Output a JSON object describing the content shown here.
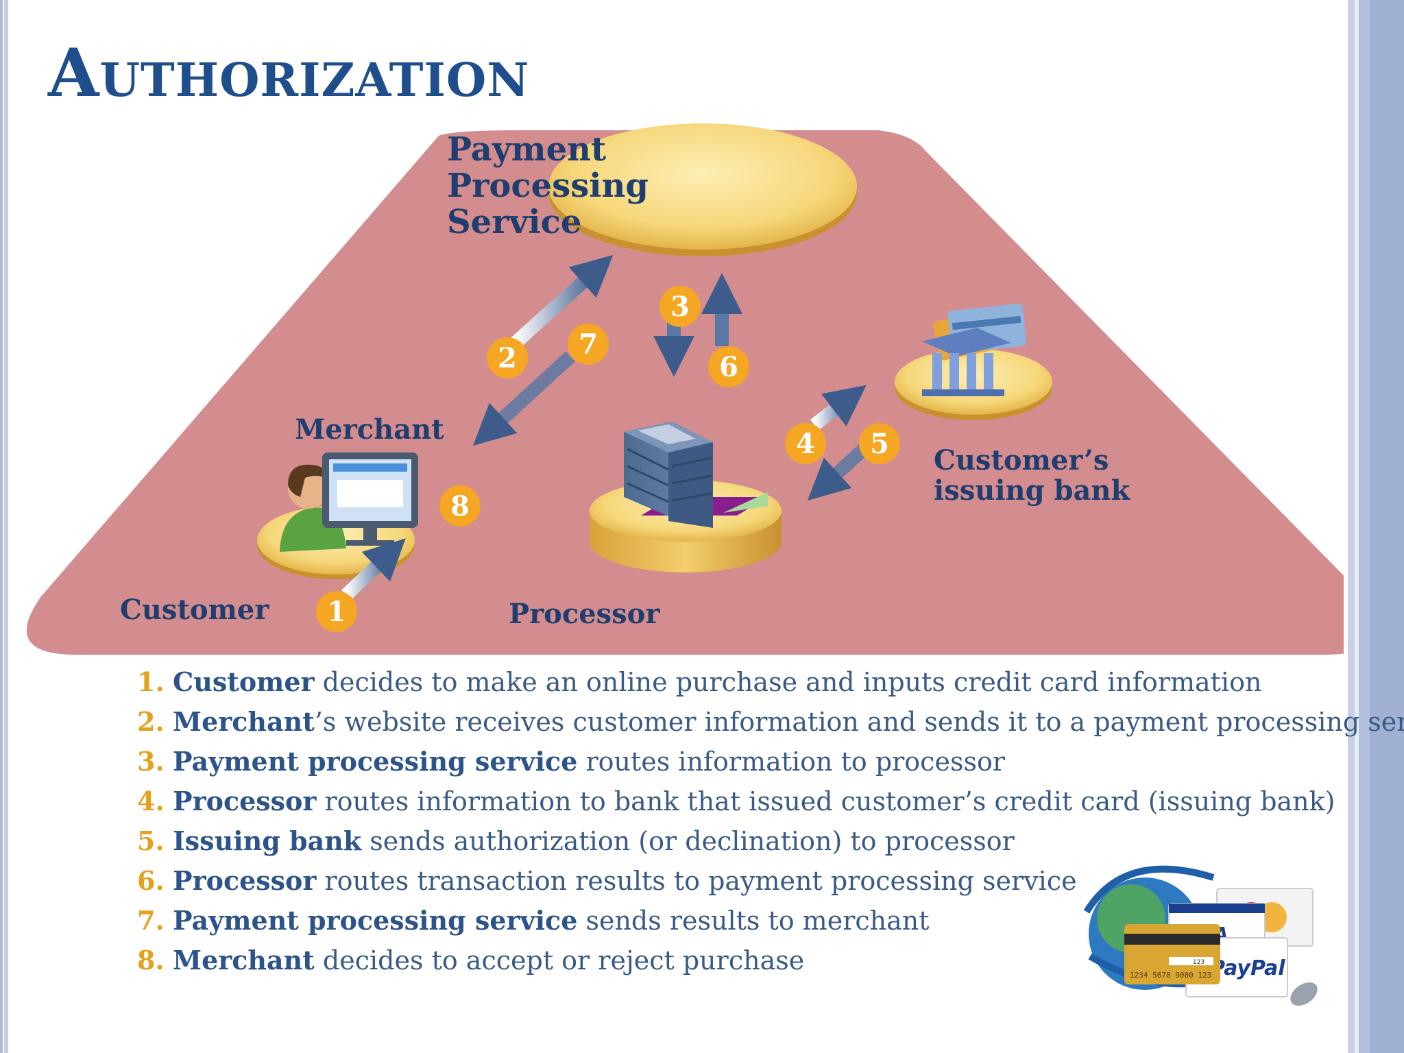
{
  "title": "Authorization",
  "diagram": {
    "payment_service_label": "Payment Processing Service",
    "merchant_label": "Merchant",
    "customer_label": "Customer",
    "processor_label": "Processor",
    "bank_label_line1": "Customer’s",
    "bank_label_line2": "issuing bank",
    "badges": [
      "1",
      "2",
      "3",
      "4",
      "5",
      "6",
      "7",
      "8"
    ]
  },
  "steps": [
    {
      "num": "1.",
      "bold": "Customer",
      "text": " decides to make an online purchase and inputs credit card information"
    },
    {
      "num": "2.",
      "bold": "Merchant",
      "text": "’s website receives customer information and sends it to a payment processing service"
    },
    {
      "num": "3.",
      "bold": "Payment processing service",
      "text": " routes information to processor"
    },
    {
      "num": "4.",
      "bold": "Processor",
      "text": " routes information to bank that issued customer’s credit card (issuing bank)"
    },
    {
      "num": "5.",
      "bold": "Issuing bank",
      "text": " sends authorization (or declination) to processor"
    },
    {
      "num": "6.",
      "bold": "Processor",
      "text": " routes transaction results to payment processing service"
    },
    {
      "num": "7.",
      "bold": "Payment processing service",
      "text": " sends results to merchant"
    },
    {
      "num": "8.",
      "bold": "Merchant",
      "text": " decides to accept or reject purchase"
    }
  ],
  "clipart": {
    "card_brands": [
      "VISA",
      "PayPal"
    ],
    "card_number": "1234 5678 9000 123",
    "card_cvv": "123"
  },
  "colors": {
    "title": "#1f4e8c",
    "platform": "#d48d8e",
    "badge": "#f5a623",
    "label": "#1f3d6e",
    "step_number": "#e3a11c"
  }
}
